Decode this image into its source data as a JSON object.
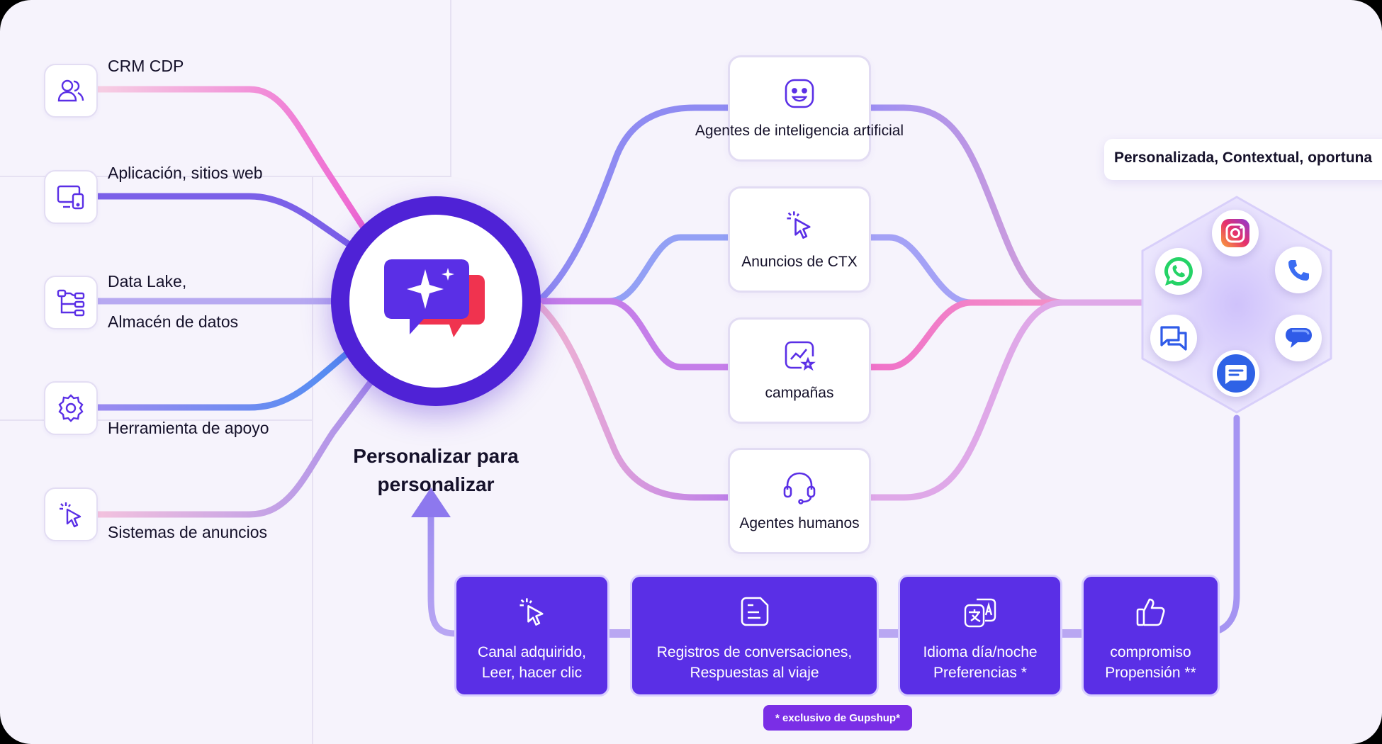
{
  "sources": [
    {
      "name": "crm",
      "label": "CRM CDP",
      "icon": "users-icon"
    },
    {
      "name": "apps",
      "label": "Aplicación, sitios web",
      "icon": "devices-icon"
    },
    {
      "name": "datalake",
      "label": "Data Lake,",
      "label2": "Almacén de datos",
      "icon": "hierarchy-icon"
    },
    {
      "name": "support",
      "label": "Herramienta de apoyo",
      "icon": "gear-icon"
    },
    {
      "name": "ads",
      "label": "Sistemas de anuncios",
      "icon": "cursor-click-icon"
    }
  ],
  "hub": {
    "title_line1": "Personalizar para",
    "title_line2": "personalizar",
    "icon": "sparkle-chat-icon"
  },
  "engagement": [
    {
      "name": "ai-agents",
      "label": "Agentes de inteligencia artificial",
      "icon": "robot-face-icon"
    },
    {
      "name": "ctx-ads",
      "label": "Anuncios de CTX",
      "icon": "cursor-click-icon"
    },
    {
      "name": "campaigns",
      "label": "campañas",
      "icon": "chart-star-icon"
    },
    {
      "name": "human-agents",
      "label": "Agentes humanos",
      "icon": "headset-icon"
    }
  ],
  "tagline": "Personalizada, Contextual, oportuna",
  "channels": [
    {
      "name": "instagram",
      "icon": "instagram-icon"
    },
    {
      "name": "phone",
      "icon": "phone-icon"
    },
    {
      "name": "rcs",
      "icon": "chat-bubble-icon"
    },
    {
      "name": "sms",
      "icon": "message-icon"
    },
    {
      "name": "messenger",
      "icon": "chat-icon"
    },
    {
      "name": "whatsapp",
      "icon": "whatsapp-icon"
    }
  ],
  "signals": [
    {
      "name": "channel",
      "line1": "Canal adquirido,",
      "line2": "Leer, hacer clic",
      "icon": "cursor-click-icon"
    },
    {
      "name": "logs",
      "line1": "Registros de conversaciones,",
      "line2": "Respuestas al viaje",
      "icon": "document-icon"
    },
    {
      "name": "language",
      "line1": "Idioma día/noche",
      "line2": "Preferencias *",
      "icon": "translate-icon"
    },
    {
      "name": "engagement",
      "line1": "compromiso",
      "line2": "Propensión **",
      "icon": "thumbs-up-icon"
    }
  ],
  "badge": "* exclusivo de Gupshup*",
  "colors": {
    "primary": "#5a2fe6",
    "hub": "#4f22d6",
    "accent_red": "#f0334f",
    "pink": "#f26fcf",
    "lavender": "#a79bf2"
  }
}
